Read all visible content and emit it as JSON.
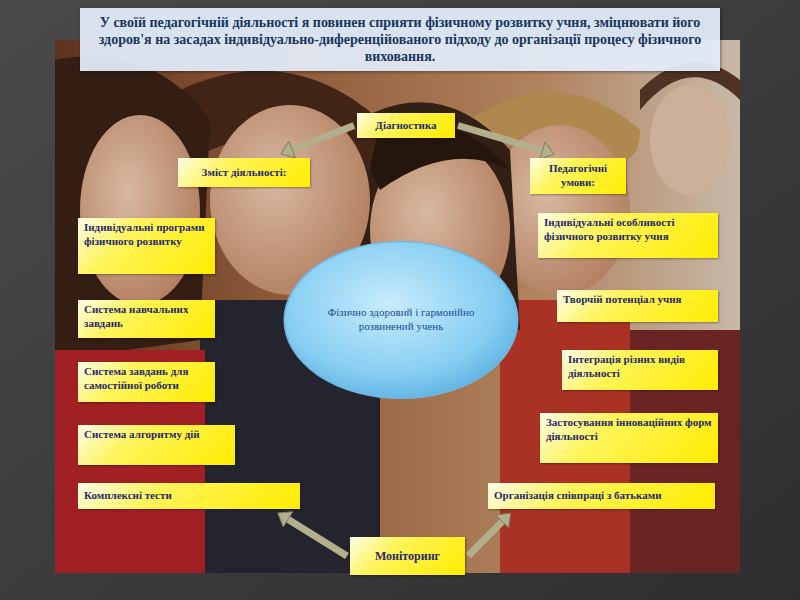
{
  "diagram": {
    "title": "У своїй педагогічній діяльності я повинен сприяти фізичному розвитку учня, зміцнювати його здоров'я на засадах індивідуально-диференційованого підходу до організації процесу фізичного виховання.",
    "nodes": [
      {
        "text": [
          "Діагностика"
        ]
      },
      {
        "text": [
          "Зміст діяльності:"
        ]
      },
      {
        "text": [
          "Педагогічні умови:"
        ]
      },
      {
        "text": [
          "Індивідуальні програми фізичного розвитку"
        ]
      },
      {
        "text": [
          "Індивідуальні особливості фізичного розвитку учня"
        ]
      },
      {
        "text": [
          "Фізично здоровий і гармонійно розвинений учень"
        ]
      },
      {
        "text": [
          "Система навчальних завдань"
        ]
      },
      {
        "text": [
          "Творчій потенціал учня"
        ]
      },
      {
        "text": [
          "Система завдань для самостійної роботи"
        ]
      },
      {
        "text": [
          "Інтеграція різних видів діяльності"
        ]
      },
      {
        "text": [
          "Застосування інноваційних форм діяльності"
        ]
      },
      {
        "text": [
          "Система алгоритму дій"
        ]
      },
      {
        "text": [
          "Комплексні тести"
        ]
      },
      {
        "text": [
          "Організація співпраці з батьками"
        ]
      },
      {
        "text": [
          "Моніторинг"
        ]
      }
    ],
    "edges": [
      {
        "from": 0,
        "to": 1,
        "arrow": "to"
      },
      {
        "from": 0,
        "to": 2,
        "arrow": "to"
      },
      {
        "from": 14,
        "to": 12,
        "arrow": "to"
      },
      {
        "from": 14,
        "to": 13,
        "arrow": "to"
      }
    ]
  }
}
